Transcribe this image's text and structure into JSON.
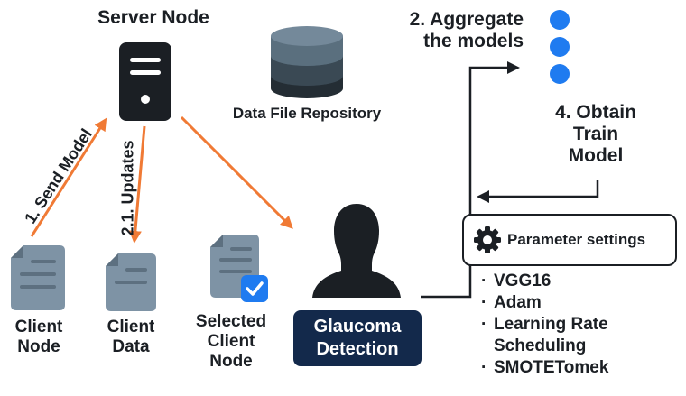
{
  "server_node": {
    "title": "Server Node",
    "icon": "server-icon"
  },
  "repository": {
    "label": "Data File Repository",
    "icon": "database-icon"
  },
  "aggregate": {
    "line1": "2. Aggregate",
    "line2": "the models"
  },
  "obtain": {
    "line1": "4. Obtain",
    "line2": "Train",
    "line3": "Model"
  },
  "arrows": {
    "send_model": "1. Send Model",
    "updates": "2.1. Updates"
  },
  "client_node": {
    "line1": "Client",
    "line2": "Node",
    "icon": "document-icon"
  },
  "client_data": {
    "line1": "Client",
    "line2": "Data",
    "icon": "document-icon"
  },
  "selected_client": {
    "line1": "Selected",
    "line2": "Client",
    "line3": "Node",
    "icon": "document-check-icon"
  },
  "glaucoma": {
    "line1": "Glaucoma",
    "line2": "Detection",
    "icon": "person-icon"
  },
  "parameters": {
    "label": "Parameter settings",
    "icon": "gear-icon",
    "items": [
      "VGG16",
      "Adam",
      "Learning Rate",
      "Scheduling",
      "SMOTETomek"
    ]
  },
  "colors": {
    "arrow": "#f07a35",
    "dot": "#1f7bf0",
    "doc": "#7e93a5",
    "navy": "#13294b"
  }
}
